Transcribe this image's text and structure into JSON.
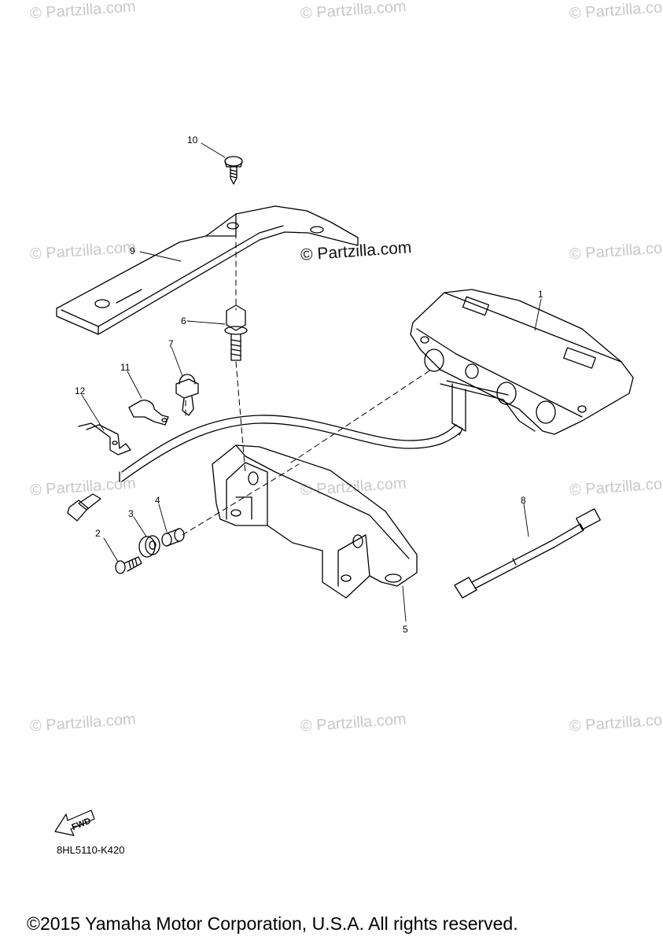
{
  "watermark": "© Partzilla.com",
  "callouts": {
    "c1": "1",
    "c2": "2",
    "c3": "3",
    "c4": "4",
    "c5": "5",
    "c6": "6",
    "c7": "7",
    "c8": "8",
    "c9": "9",
    "c10": "10",
    "c11": "11",
    "c12": "12"
  },
  "fwd_label": "FWD",
  "diagram_code": "8HL5110-K420",
  "copyright": "©2015 Yamaha Motor Corporation, U.S.A. All rights reserved."
}
